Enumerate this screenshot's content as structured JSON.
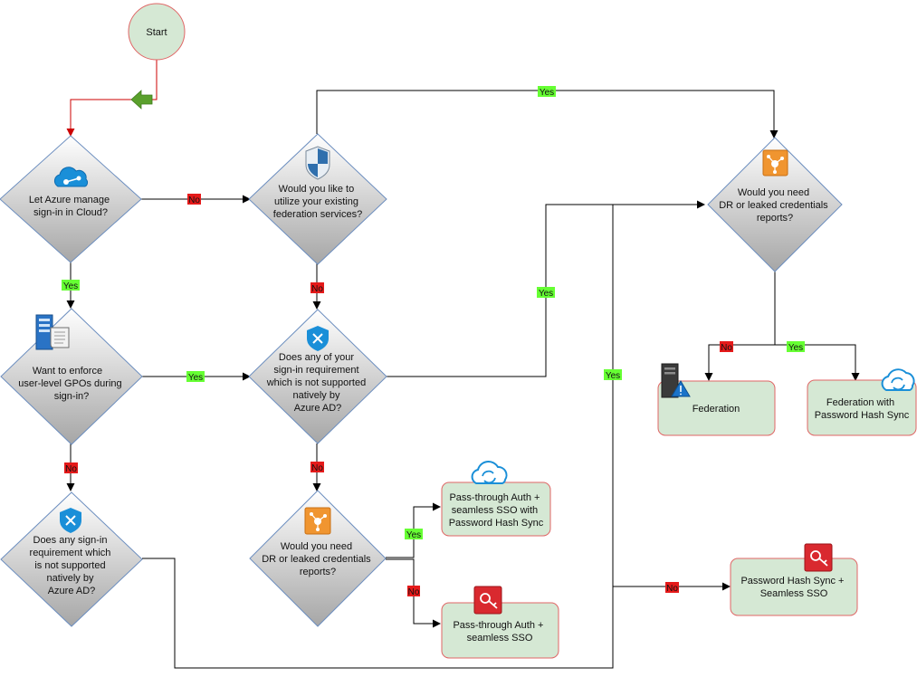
{
  "start": {
    "label": "Start"
  },
  "decisions": {
    "manage_cloud": [
      "Let Azure manage",
      "sign-in in Cloud?"
    ],
    "federation_existing": [
      "Would you like to",
      "utilize your existing",
      "federation services?"
    ],
    "gpo": [
      "Want to enforce",
      "user-level GPOs during",
      "sign-in?"
    ],
    "requirement_a": [
      "Does any of your",
      "sign-in requirement",
      "which is not supported",
      "natively by",
      "Azure AD?"
    ],
    "requirement_b": [
      "Does any sign-in",
      "requirement which",
      "is not supported",
      "natively by",
      "Azure AD?"
    ],
    "dr_reports_top": [
      "Would you need",
      "DR or leaked credentials",
      "reports?"
    ],
    "dr_reports_bottom": [
      "Would you need",
      "DR or leaked credentials",
      "reports?"
    ]
  },
  "outcomes": {
    "pta_sso_phs": [
      "Pass-through Auth +",
      "seamless SSO with",
      "Password Hash Sync"
    ],
    "pta_sso": [
      "Pass-through Auth +",
      "seamless SSO"
    ],
    "federation": [
      "Federation"
    ],
    "federation_phs": [
      "Federation with",
      "Password Hash Sync"
    ],
    "phs_sso": [
      "Password Hash Sync +",
      "Seamless SSO"
    ]
  },
  "edge_labels": {
    "yes": "Yes",
    "no": "No"
  },
  "colors": {
    "yes_tag": "#66ff33",
    "no_tag": "#e51a1a",
    "outcome_fill": "#d5e8d4",
    "outcome_border": "#e06666",
    "start_fill": "#d5e8d4",
    "arrow_red": "#cc0000"
  },
  "icons": {
    "manage_cloud": "azure-cloud-icon",
    "federation_existing": "shield-icon",
    "gpo": "server-document-icon",
    "requirement_a": "azure-shield-x-icon",
    "requirement_b": "azure-shield-x-icon",
    "dr_reports_top": "identity-protection-icon",
    "dr_reports_bottom": "identity-protection-icon",
    "pta_sso_phs": "cloud-sync-icon",
    "pta_sso": "key-lock-icon",
    "federation": "server-warning-icon",
    "federation_phs": "cloud-sync-icon",
    "phs_sso": "key-lock-icon"
  }
}
